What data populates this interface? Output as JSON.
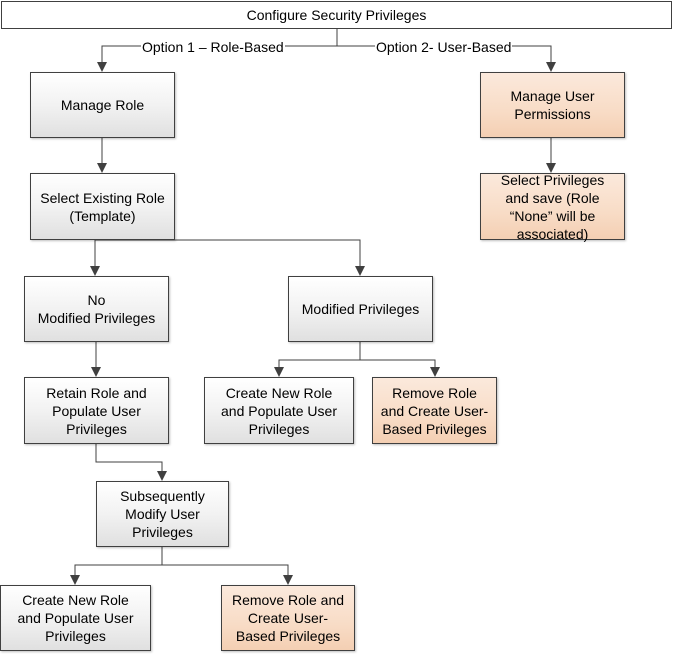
{
  "diagram": {
    "title": "Configure Security Privileges",
    "edge_labels": {
      "option1": "Option 1 – Role-Based",
      "option2": "Option 2- User-Based"
    },
    "nodes": {
      "manage_role": "Manage Role",
      "select_existing_role": "Select Existing Role\n(Template)",
      "no_modified_privileges": "No\nModified Privileges",
      "modified_privileges": "Modified Privileges",
      "retain_role": "Retain Role and\nPopulate User\nPrivileges",
      "create_new_role_mid": "Create New Role\nand Populate User\nPrivileges",
      "remove_role_mid": "Remove Role\nand Create User-\nBased Privileges",
      "subsequently_modify": "Subsequently\nModify User\nPrivileges",
      "create_new_role_bottom": "Create New Role\nand Populate User\nPrivileges",
      "remove_role_bottom": "Remove Role and\nCreate User-\nBased Privileges",
      "manage_user_permissions": "Manage User\nPermissions",
      "select_privileges_save": "Select Privileges\nand save (Role\n“None” will be\nassociated)"
    },
    "colors": {
      "default_fill": "#f0f0f0",
      "highlight_fill": "#f8dcc6",
      "stroke": "#404040"
    }
  }
}
